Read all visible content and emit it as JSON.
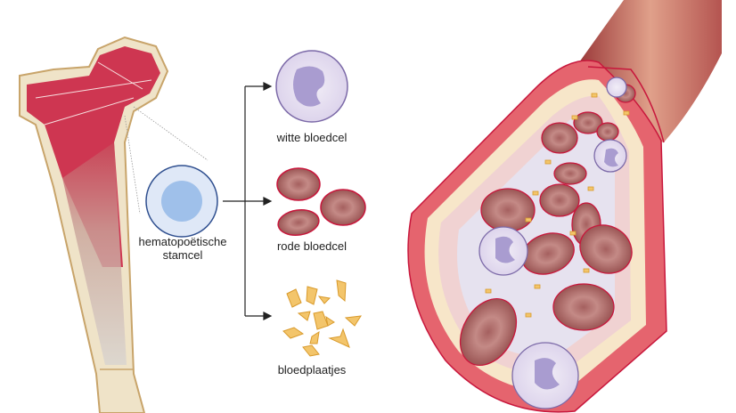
{
  "labels": {
    "stem_cell": "hematopoëtische stamcel",
    "white_cell": "witte bloedcel",
    "red_cell": "rode bloedcel",
    "platelets": "bloedplaatjes"
  },
  "colors": {
    "bone": "#efe3c8",
    "bone_outline": "#c8a46a",
    "marrow": "#c8173c",
    "stem_cell": "#9fc0ea",
    "white_cell": "#d8d0ea",
    "red_cell": "#a5605f",
    "platelet": "#f3c56b",
    "vessel": "#e5646e"
  }
}
